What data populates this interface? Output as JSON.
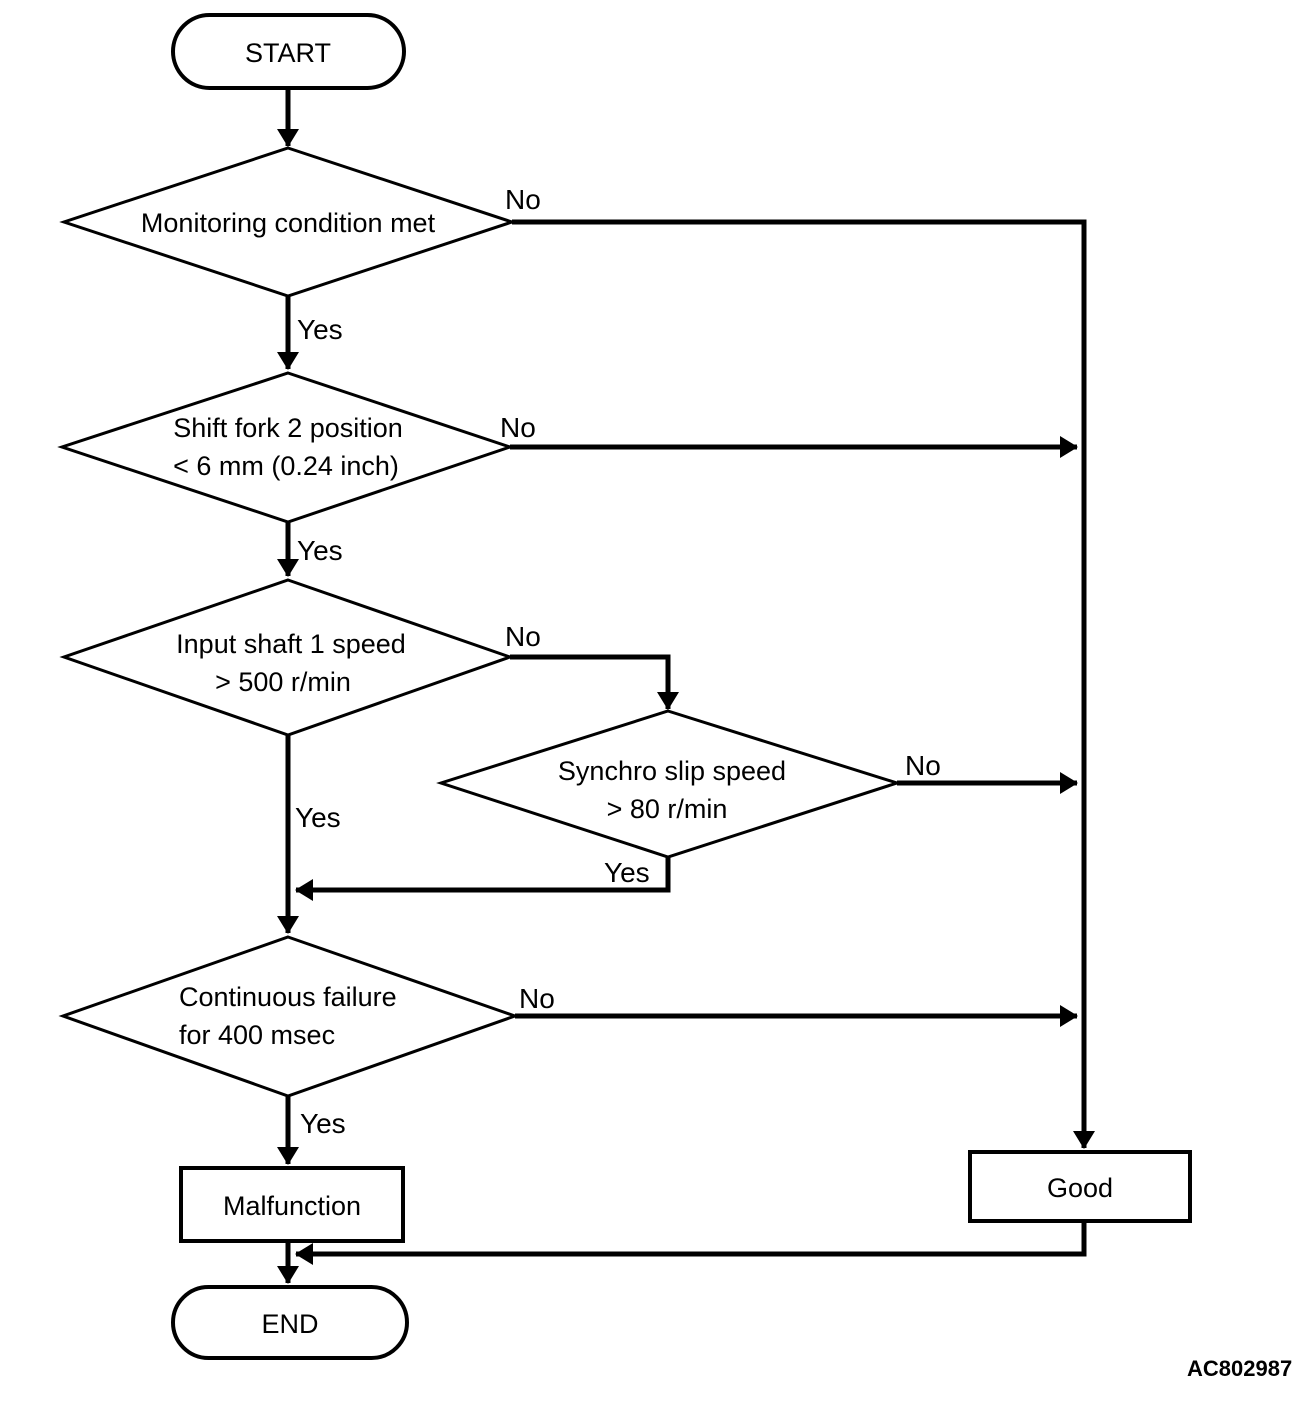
{
  "diagram": {
    "figure_code": "AC802987",
    "colors": {
      "line": "#000000",
      "text": "#000000",
      "background": "#ffffff"
    },
    "nodes": {
      "start": {
        "type": "terminator",
        "label": "START"
      },
      "monitoring": {
        "type": "decision",
        "label": "Monitoring condition met"
      },
      "shift_fork": {
        "type": "decision",
        "line1": "Shift fork 2 position",
        "line2": "< 6 mm (0.24 inch)"
      },
      "input_shaft": {
        "type": "decision",
        "line1": "Input shaft 1 speed",
        "line2": "> 500 r/min"
      },
      "synchro_slip": {
        "type": "decision",
        "line1": "Synchro slip speed",
        "line2": "> 80 r/min"
      },
      "continuous_failure": {
        "type": "decision",
        "line1": "Continuous failure",
        "line2": "for 400 msec"
      },
      "malfunction": {
        "type": "process",
        "label": "Malfunction"
      },
      "good": {
        "type": "process",
        "label": "Good"
      },
      "end": {
        "type": "terminator",
        "label": "END"
      }
    },
    "edges": [
      {
        "from": "start",
        "to": "monitoring",
        "label": ""
      },
      {
        "from": "monitoring",
        "to": "shift_fork",
        "label": "Yes"
      },
      {
        "from": "monitoring",
        "to": "good",
        "label": "No"
      },
      {
        "from": "shift_fork",
        "to": "input_shaft",
        "label": "Yes"
      },
      {
        "from": "shift_fork",
        "to": "good",
        "label": "No"
      },
      {
        "from": "input_shaft",
        "to": "continuous_failure",
        "label": "Yes"
      },
      {
        "from": "input_shaft",
        "to": "synchro_slip",
        "label": "No"
      },
      {
        "from": "synchro_slip",
        "to": "continuous_failure",
        "label": "Yes"
      },
      {
        "from": "synchro_slip",
        "to": "good",
        "label": "No"
      },
      {
        "from": "continuous_failure",
        "to": "malfunction",
        "label": "Yes"
      },
      {
        "from": "continuous_failure",
        "to": "good",
        "label": "No"
      },
      {
        "from": "malfunction",
        "to": "end",
        "label": ""
      },
      {
        "from": "good",
        "to": "end",
        "label": ""
      }
    ]
  }
}
